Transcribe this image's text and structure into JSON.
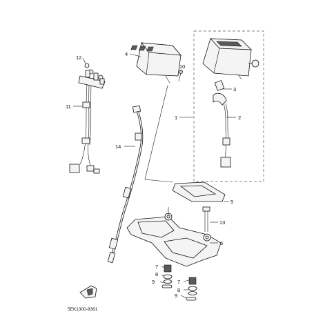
{
  "diagram_code": "5EK1300-9361",
  "callouts": [
    "1",
    "2",
    "3",
    "4",
    "5",
    "6",
    "7",
    "8",
    "9",
    "10",
    "11",
    "12",
    "13",
    "14",
    "7",
    "8",
    "9"
  ],
  "colors": {
    "line": "#111111",
    "fill": "#f4f4f4",
    "shade": "#5a5a5a",
    "background": "#ffffff"
  },
  "icons": {
    "front_arrow": "front-direction-arrow-icon"
  }
}
